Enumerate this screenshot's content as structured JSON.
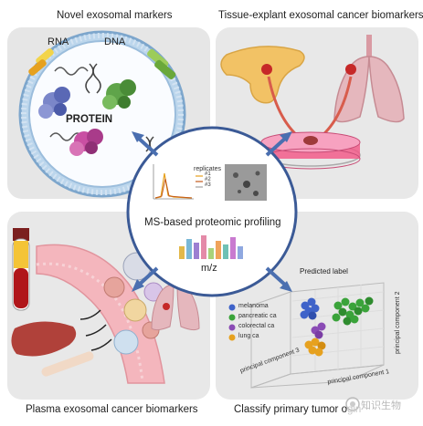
{
  "panels": {
    "top_left": {
      "title": "Novel exosomal markers",
      "labels": {
        "rna": "RNA",
        "dna": "DNA",
        "protein": "PROTEIN"
      }
    },
    "top_right": {
      "title": "Tissue-explant exosomal cancer biomarkers"
    },
    "bottom_left": {
      "title": "Plasma exosomal cancer biomarkers"
    },
    "bottom_right": {
      "title": "Classify primary tumor o",
      "title_tail": "gin",
      "predicted_label": "Predicted label",
      "legend": [
        {
          "label": "melanoma",
          "color": "#3f63c9"
        },
        {
          "label": "pancreatic ca",
          "color": "#3aa33a"
        },
        {
          "label": "colorectal ca",
          "color": "#8a4bb5"
        },
        {
          "label": "lung ca",
          "color": "#e6a11f"
        }
      ],
      "axes": {
        "pc1": "principal component 1",
        "pc2": "principal component 2",
        "pc3": "principal component 3"
      }
    }
  },
  "center": {
    "title": "MS-based proteomic profiling",
    "mz_label": "m/z",
    "replicates": {
      "heading": "replicates",
      "items": [
        "#1",
        "#2",
        "#3"
      ]
    }
  },
  "watermark": "知识生物",
  "colors": {
    "panel_bg": "#e9e9e9",
    "accent": "#4a6fb0"
  }
}
